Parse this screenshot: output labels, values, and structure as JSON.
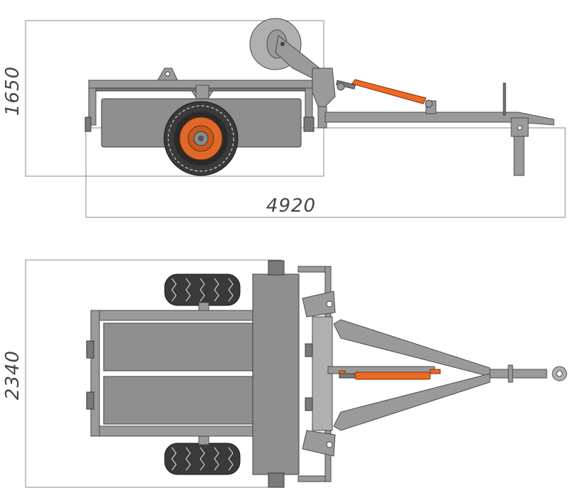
{
  "dimensions": {
    "side_height": "1650",
    "side_length": "4920",
    "top_width": "2340"
  },
  "colors": {
    "steel": "#9a9a9a",
    "hydraulic_cylinder": "#ee6a22",
    "wheel_hub": "#e0692a",
    "tyre": "#3a3a3a",
    "dimension_lines": "#8a8a8a"
  }
}
